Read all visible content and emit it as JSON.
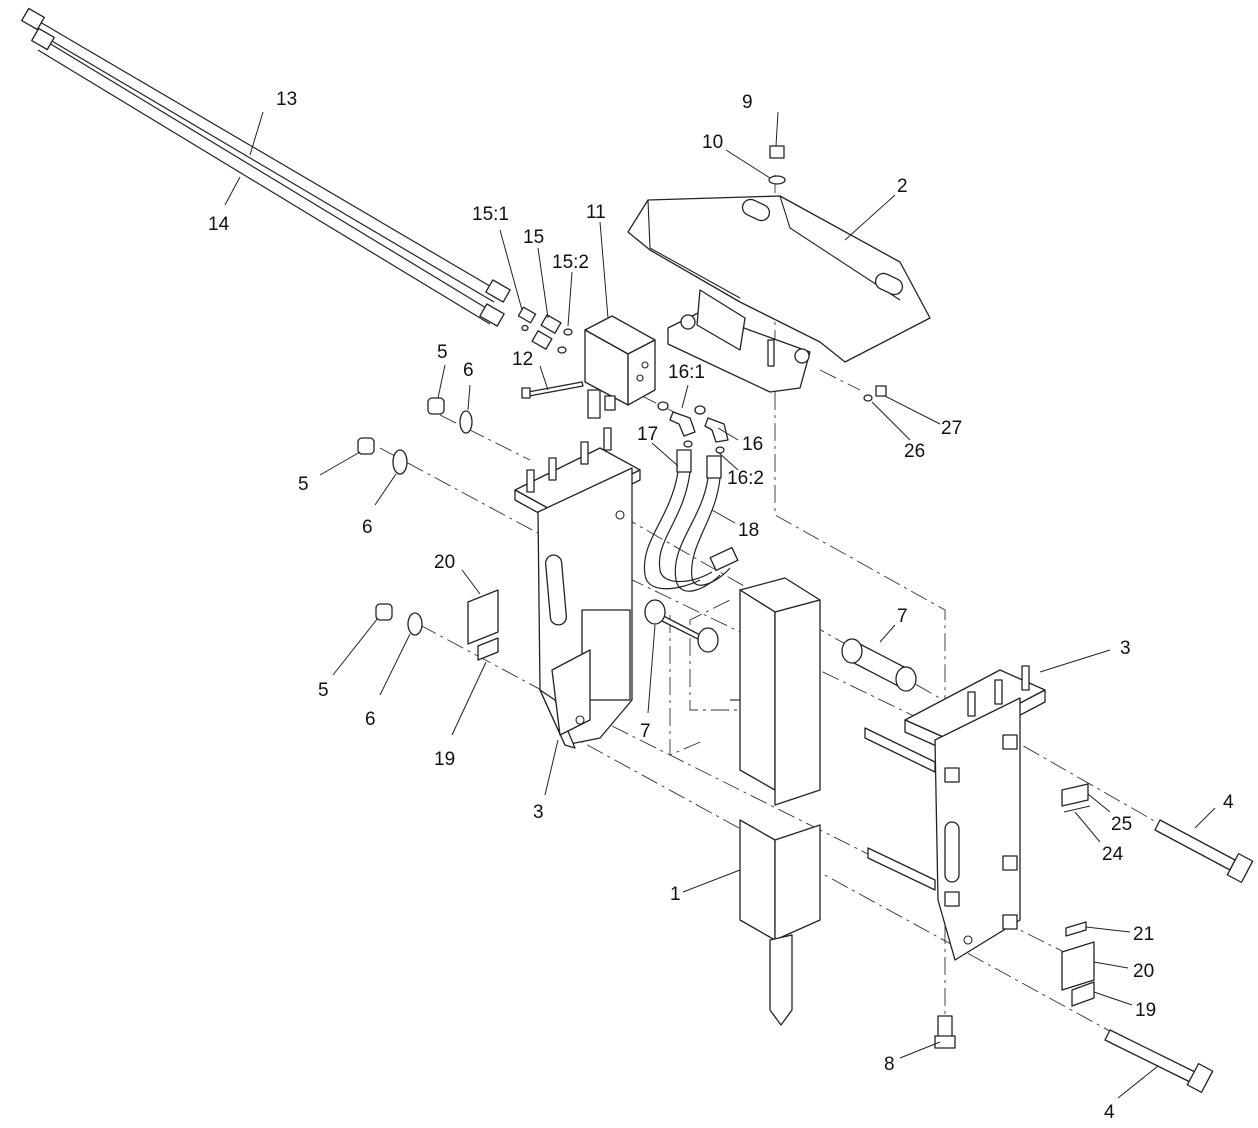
{
  "callouts": {
    "c1": "1",
    "c2": "2",
    "c3a": "3",
    "c3b": "3",
    "c4a": "4",
    "c4b": "4",
    "c5a": "5",
    "c5b": "5",
    "c5c": "5",
    "c6a": "6",
    "c6b": "6",
    "c6c": "6",
    "c7a": "7",
    "c7b": "7",
    "c8": "8",
    "c9": "9",
    "c10": "10",
    "c11": "11",
    "c12": "12",
    "c13": "13",
    "c14": "14",
    "c15": "15",
    "c15_1": "15:1",
    "c15_2": "15:2",
    "c16": "16",
    "c16_1": "16:1",
    "c16_2": "16:2",
    "c17": "17",
    "c18": "18",
    "c19a": "19",
    "c19b": "19",
    "c20a": "20",
    "c20b": "20",
    "c21": "21",
    "c24": "24",
    "c25": "25",
    "c26": "26",
    "c27": "27"
  }
}
